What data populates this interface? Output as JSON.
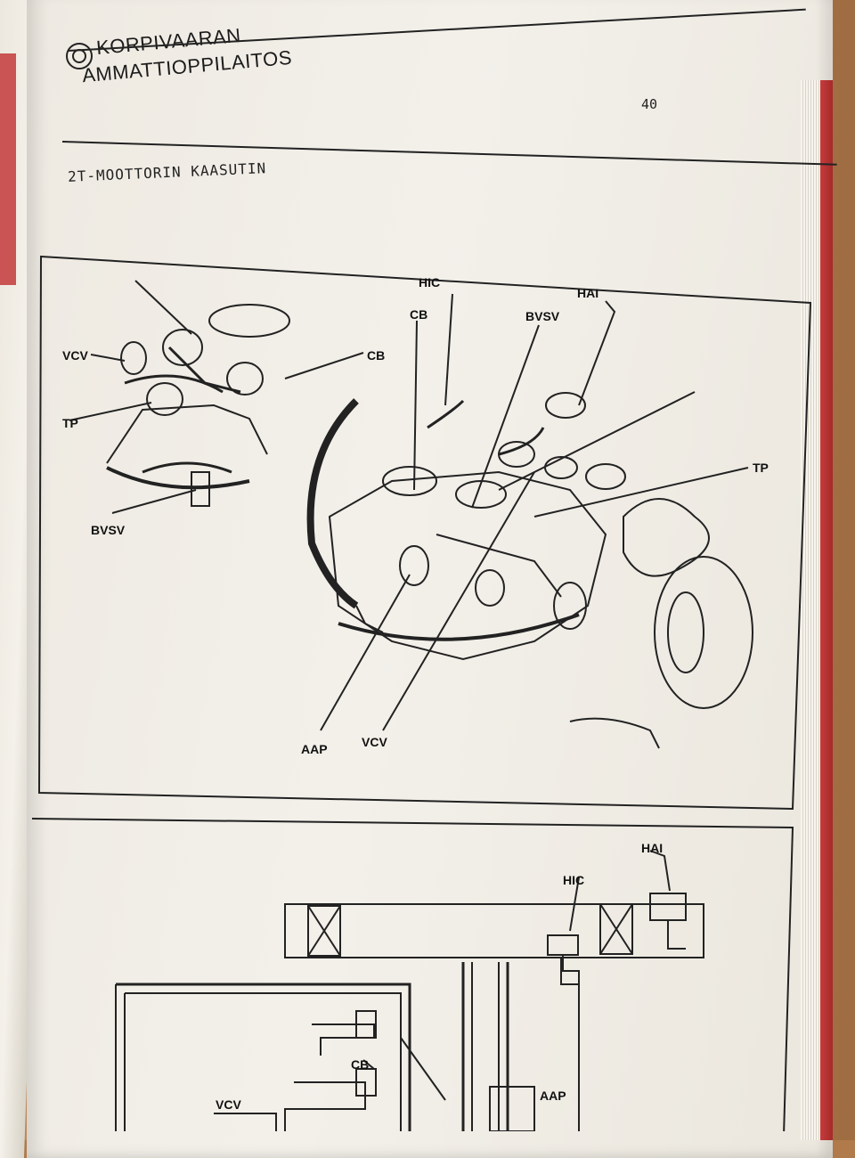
{
  "header": {
    "school_line1": "KORPIVAARAN",
    "school_line2": "AMMATTIOPPILAITOS",
    "page_number": "40"
  },
  "section": {
    "title": "2T-MOOTTORIN  KAASUTIN"
  },
  "figure1": {
    "labels": {
      "vcv_left": "VCV",
      "tp_left": "TP",
      "bvsv_left": "BVSV",
      "cb_left": "CB",
      "hic": "HIC",
      "cb_main": "CB",
      "bvsv_main": "BVSV",
      "hai": "HAI",
      "tp_main": "TP",
      "aap": "AAP",
      "vcv_main": "VCV"
    }
  },
  "figure2": {
    "labels": {
      "hai": "HAI",
      "hic": "HIC",
      "cb": "CB",
      "vcv": "VCV",
      "aap": "AAP"
    }
  }
}
